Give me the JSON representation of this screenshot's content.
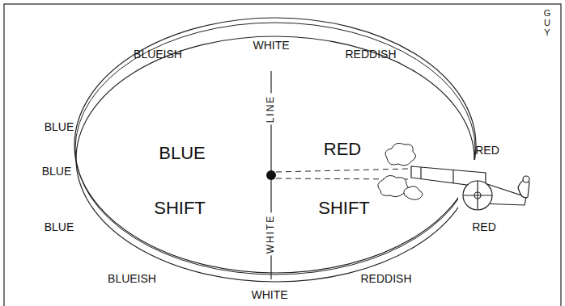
{
  "diagram": {
    "labels": [
      "BLUEISH",
      "WHITE",
      "REDDISH",
      "GUY",
      "BLUE",
      "BLUE",
      "BLUE",
      "RED",
      "RED",
      "BLUEISH",
      "WHITE",
      "REDDISH",
      "BLUE",
      "SHIFT",
      "RED",
      "SHIFT",
      "LINE",
      "WHITE"
    ]
  }
}
